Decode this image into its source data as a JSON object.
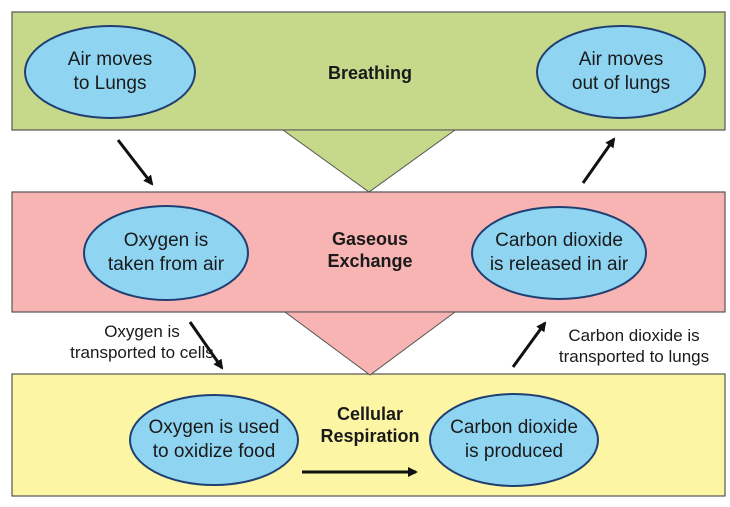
{
  "colors": {
    "breathing_fill": "#c6d98a",
    "exchange_fill": "#f7b4b3",
    "cellular_fill": "#fbf5a4",
    "ellipse_fill": "#8fd5f2",
    "ellipse_stroke": "#1f3f73",
    "border": "#555555",
    "arrow": "#111111"
  },
  "breathing": {
    "title": "Breathing",
    "left_ellipse": "Air moves\nto Lungs",
    "right_ellipse": "Air moves\nout of lungs"
  },
  "exchange": {
    "title": "Gaseous\nExchange",
    "left_ellipse": "Oxygen is\ntaken from air",
    "right_ellipse": "Carbon dioxide\nis released in air"
  },
  "cellular": {
    "title": "Cellular\nRespiration",
    "left_ellipse": "Oxygen is used\nto oxidize food",
    "right_ellipse": "Carbon dioxide\nis produced"
  },
  "side_labels": {
    "oxygen_transport": "Oxygen is\ntransported to cells",
    "co2_transport": "Carbon dioxide is\ntransported to lungs"
  }
}
